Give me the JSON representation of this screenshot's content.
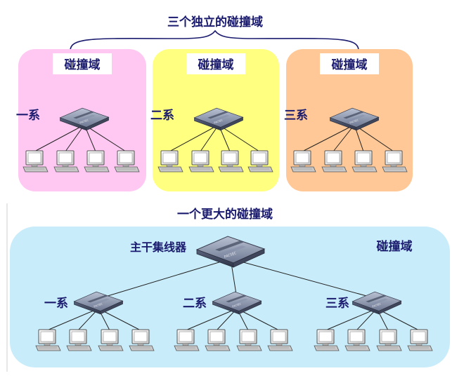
{
  "top": {
    "title": "三个独立的碰撞域",
    "domains": [
      {
        "label": "碰撞域",
        "hub_label": "一系",
        "color": "#ffc8f2"
      },
      {
        "label": "碰撞域",
        "hub_label": "二系",
        "color": "#ffff80"
      },
      {
        "label": "碰撞域",
        "hub_label": "三系",
        "color": "#ffc896"
      }
    ]
  },
  "bottom": {
    "title": "一个更大的碰撞域",
    "domain_label": "碰撞域",
    "backbone_label": "主干集线器",
    "color": "#c8ecfa",
    "hubs": [
      {
        "label": "一系"
      },
      {
        "label": "二系"
      },
      {
        "label": "三系"
      }
    ]
  },
  "hub_device_text": "PACSEC",
  "pcs_per_hub": 4
}
